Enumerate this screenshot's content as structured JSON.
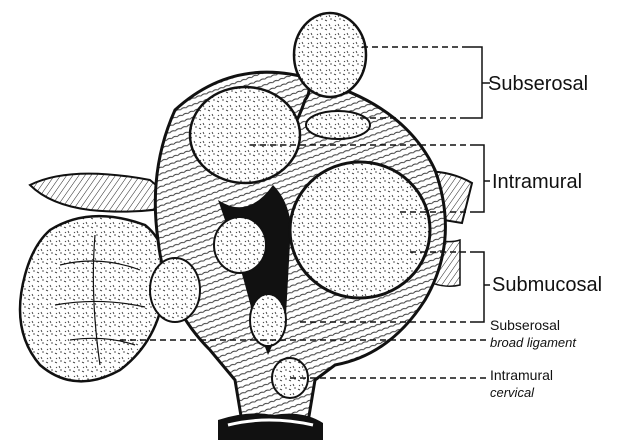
{
  "labels": {
    "subserosal": "Subserosal",
    "intramural": "Intramural",
    "submucosal": "Submucosal",
    "subserosal_broad": {
      "title": "Subserosal",
      "sub": "broad ligament"
    },
    "intramural_cervical": {
      "title": "Intramural",
      "sub": "cervical"
    }
  },
  "colors": {
    "ink": "#111111",
    "background": "#ffffff"
  }
}
